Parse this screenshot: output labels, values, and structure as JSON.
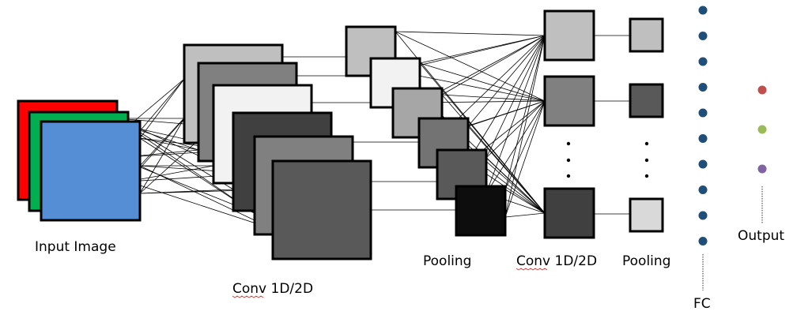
{
  "labels": {
    "input": "Input Image",
    "conv1": "Conv 1D/2D",
    "pool1": "Pooling",
    "conv2": "Conv 1D/2D",
    "pool2": "Pooling",
    "fc": "FC",
    "output": "Output"
  },
  "colors": {
    "input_channels": [
      "#ff0000",
      "#00b050",
      "#558ed5"
    ],
    "conv1_maps": [
      "#bfbfbf",
      "#808080",
      "#f2f2f2",
      "#404040",
      "#808080",
      "#595959"
    ],
    "pool1_maps": [
      "#bfbfbf",
      "#f2f2f2",
      "#a6a6a6",
      "#737373",
      "#595959",
      "#0d0d0d"
    ],
    "conv2_maps": [
      "#bfbfbf",
      "#808080",
      "#404040"
    ],
    "pool2_maps": [
      "#bfbfbf",
      "#595959",
      "#d9d9d9"
    ],
    "fc_node": "#1f4e79",
    "output_nodes": [
      "#c0504d",
      "#9bbb59",
      "#8064a2"
    ]
  },
  "fc_node_count": 10,
  "output_node_count": 3
}
